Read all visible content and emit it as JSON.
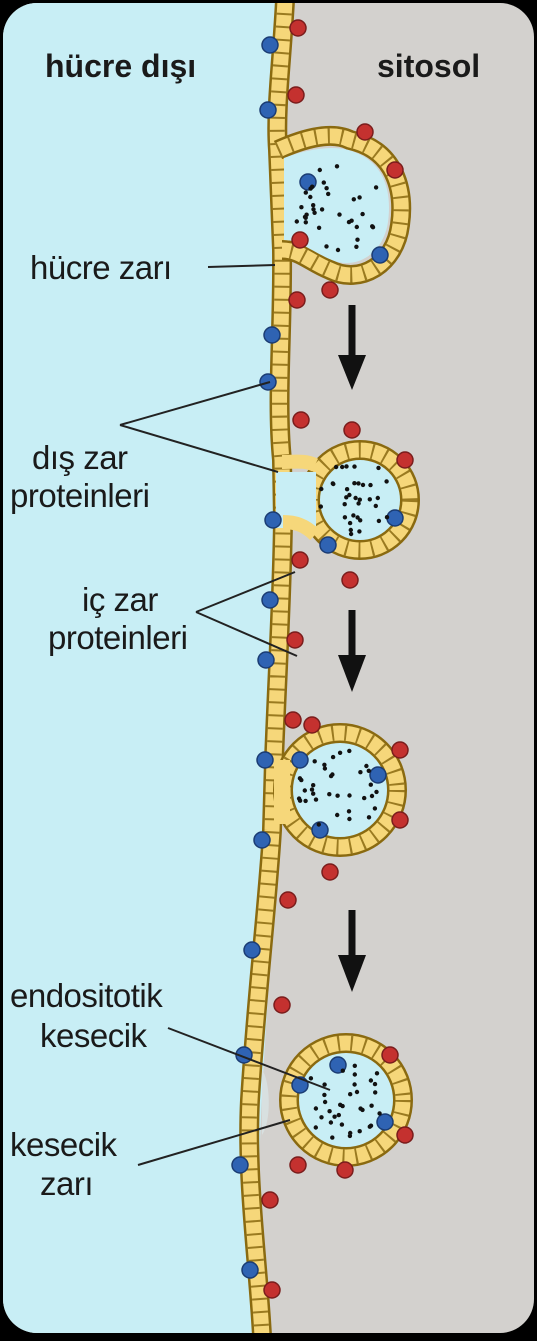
{
  "headers": {
    "outside": "hücre dışı",
    "inside": "sitosol"
  },
  "labels": {
    "cell_membrane": "hücre zarı",
    "outer_proteins_line1": "dış zar",
    "outer_proteins_line2": "proteinleri",
    "inner_proteins_line1": "iç zar",
    "inner_proteins_line2": "proteinleri",
    "vesicle_line1": "endositotik",
    "vesicle_line2": "kesecik",
    "vesicle_membrane_line1": "kesecik",
    "vesicle_membrane_line2": "zarı"
  },
  "colors": {
    "extracellular": "#c8eef5",
    "cytosol": "#d3d1ce",
    "membrane": "#f6d77a",
    "membrane_edge": "#8a6a10",
    "outer_protein": "#2f63b3",
    "inner_protein": "#c4312f",
    "frame": "#000000"
  }
}
